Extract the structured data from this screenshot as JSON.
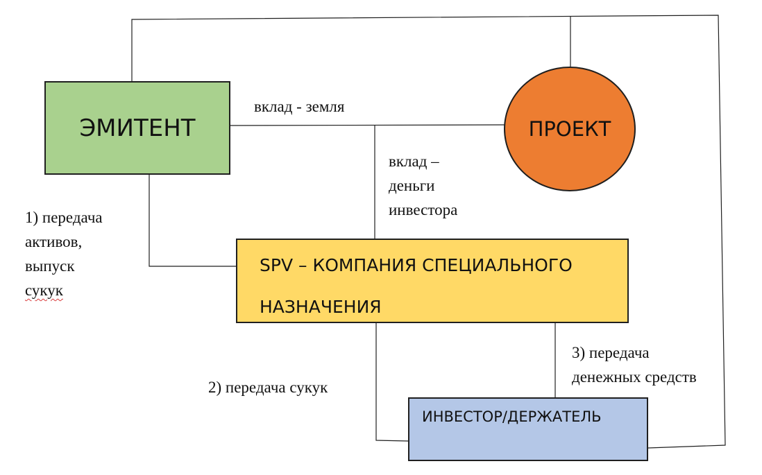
{
  "nodes": {
    "emitent": "ЭМИТЕНТ",
    "project": "ПРОЕКТ",
    "spv_line1": "SPV – КОМПАНИЯ СПЕЦИАЛЬНОГО",
    "spv_line2": "НАЗНАЧЕНИЯ",
    "investor": "ИНВЕСТОР/ДЕРЖАТЕЛЬ"
  },
  "labels": {
    "land_contribution": "вклад - земля",
    "money_contribution": [
      "вклад –",
      "деньги",
      "инвестора"
    ],
    "transfer_assets": [
      "1) передача",
      "активов,",
      "выпуск",
      "сукук"
    ],
    "transfer_sukuk": "2) передача сукук",
    "transfer_funds": [
      "3) передача",
      "денежных средств"
    ]
  },
  "colors": {
    "emitent_fill": "#a9d18e",
    "project_fill": "#ed7d31",
    "spv_fill": "#ffd966",
    "investor_fill": "#b4c7e7",
    "line": "#1f1f1f"
  }
}
